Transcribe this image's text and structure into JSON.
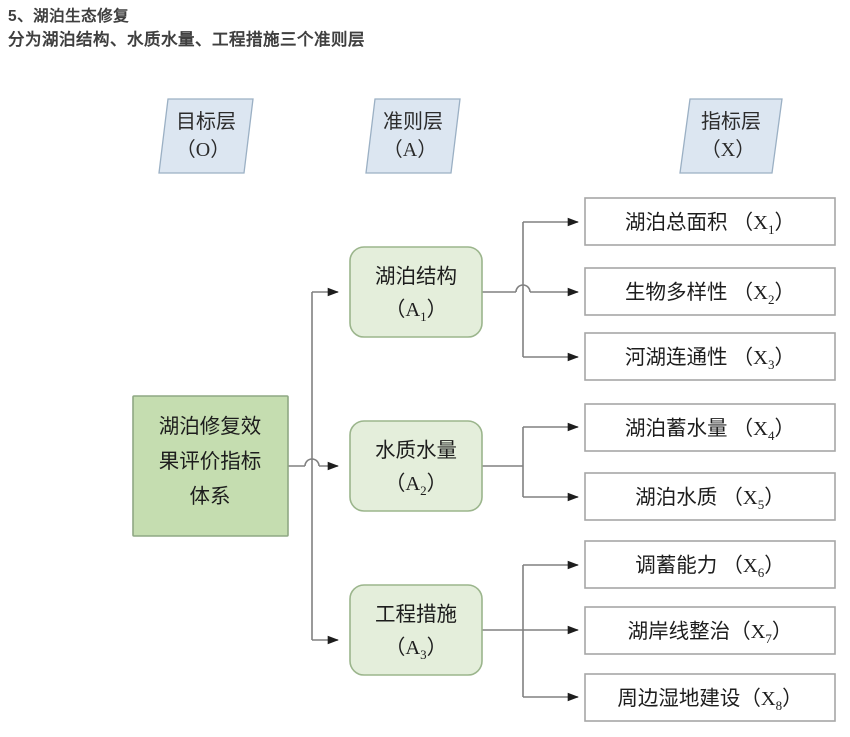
{
  "heading": {
    "line1": "5、湖泊生态修复",
    "line2": "分为湖泊结构、水质水量、工程措施三个准则层"
  },
  "colors": {
    "layer_band_fill": "#dce6f1",
    "layer_band_stroke": "#9bb0c4",
    "goal_fill": "#c5ddb0",
    "goal_stroke": "#8fa884",
    "criteria_fill": "#e4eedb",
    "criteria_stroke": "#9bb58c",
    "indicator_fill": "#ffffff",
    "indicator_stroke": "#a6a6a6",
    "connector": "#808080",
    "heading_text": "#3f3f3f",
    "node_text": "#1d1d1d"
  },
  "layer_bands": [
    {
      "id": "goal-layer",
      "title": "目标层",
      "code": "（O）"
    },
    {
      "id": "criteria-layer",
      "title": "准则层",
      "code": "（A）"
    },
    {
      "id": "indicator-layer",
      "title": "指标层",
      "code": "（X）"
    }
  ],
  "goal": {
    "id": "O",
    "lines": [
      "湖泊修复效",
      "果评价指标",
      "体系"
    ]
  },
  "criteria": [
    {
      "id": "A1",
      "title": "湖泊结构",
      "code": "A",
      "sub": "1"
    },
    {
      "id": "A2",
      "title": "水质水量",
      "code": "A",
      "sub": "2"
    },
    {
      "id": "A3",
      "title": "工程措施",
      "code": "A",
      "sub": "3"
    }
  ],
  "indicators": [
    {
      "id": "X1",
      "parent": "A1",
      "title": "湖泊总面积",
      "gap": " ",
      "code": "X",
      "sub": "1"
    },
    {
      "id": "X2",
      "parent": "A1",
      "title": "生物多样性",
      "gap": " ",
      "code": "X",
      "sub": "2"
    },
    {
      "id": "X3",
      "parent": "A1",
      "title": "河湖连通性",
      "gap": " ",
      "code": "X",
      "sub": "3"
    },
    {
      "id": "X4",
      "parent": "A2",
      "title": "湖泊蓄水量",
      "gap": " ",
      "code": "X",
      "sub": "4"
    },
    {
      "id": "X5",
      "parent": "A2",
      "title": "湖泊水质",
      "gap": " ",
      "code": "X",
      "sub": "5"
    },
    {
      "id": "X6",
      "parent": "A3",
      "title": "调蓄能力",
      "gap": " ",
      "code": "X",
      "sub": "6"
    },
    {
      "id": "X7",
      "parent": "A3",
      "title": "湖岸线整治",
      "gap": "",
      "code": "X",
      "sub": "7"
    },
    {
      "id": "X8",
      "parent": "A3",
      "title": "周边湿地建设",
      "gap": "",
      "code": "X",
      "sub": "8"
    }
  ]
}
